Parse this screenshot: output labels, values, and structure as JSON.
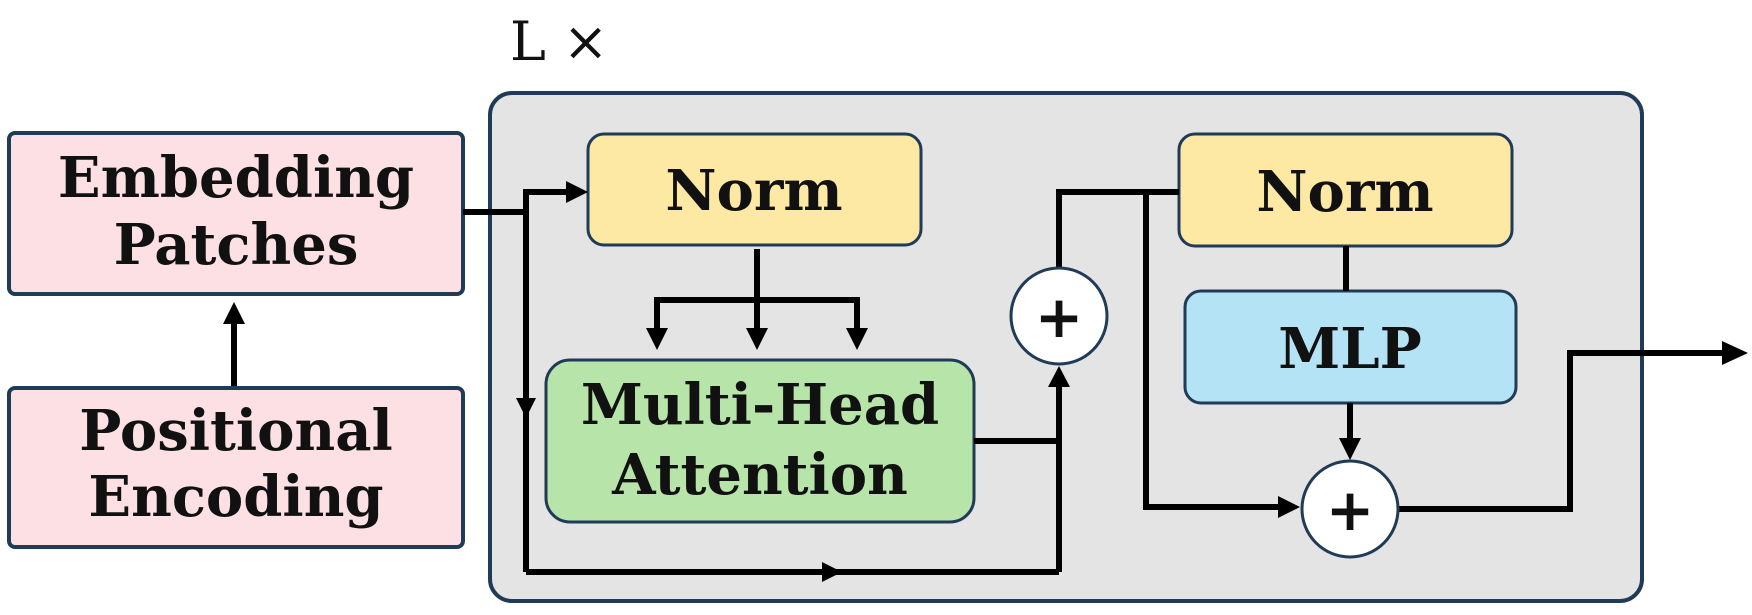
{
  "repeat_label": "L ×",
  "boxes": {
    "embedding": {
      "line1": "Embedding",
      "line2": "Patches"
    },
    "positional": {
      "line1": "Positional",
      "line2": "Encoding"
    },
    "norm1": {
      "label": "Norm"
    },
    "mha": {
      "line1": "Multi-Head",
      "line2": "Attention"
    },
    "norm2": {
      "label": "Norm"
    },
    "mlp": {
      "label": "MLP"
    }
  },
  "adders": {
    "add1": "+",
    "add2": "+"
  },
  "colors": {
    "pink_fill": "#fde0e3",
    "yellow_fill": "#fde9a3",
    "green_fill": "#b7e4a8",
    "blue_fill": "#b3e3f5",
    "block_fill": "#e4e4e4",
    "border": "#1f3b57"
  }
}
